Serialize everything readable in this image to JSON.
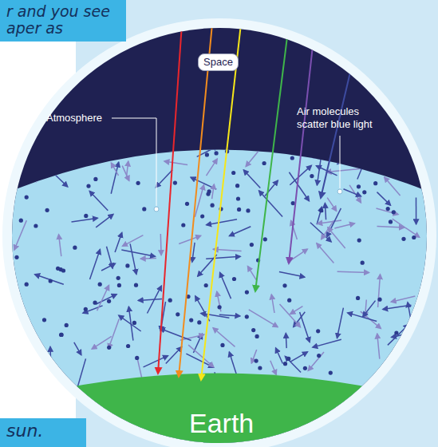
{
  "diagram": {
    "nodes": [
      {
        "text": [
          "r and you see aper as"
        ]
      },
      {
        "text": [
          "Space"
        ]
      },
      {
        "text": [
          "Earth"
        ]
      },
      {
        "text": [
          "sun."
        ]
      }
    ],
    "labels": [
      "Atmosphere",
      "Air molecules scatter blue light"
    ]
  }
}
